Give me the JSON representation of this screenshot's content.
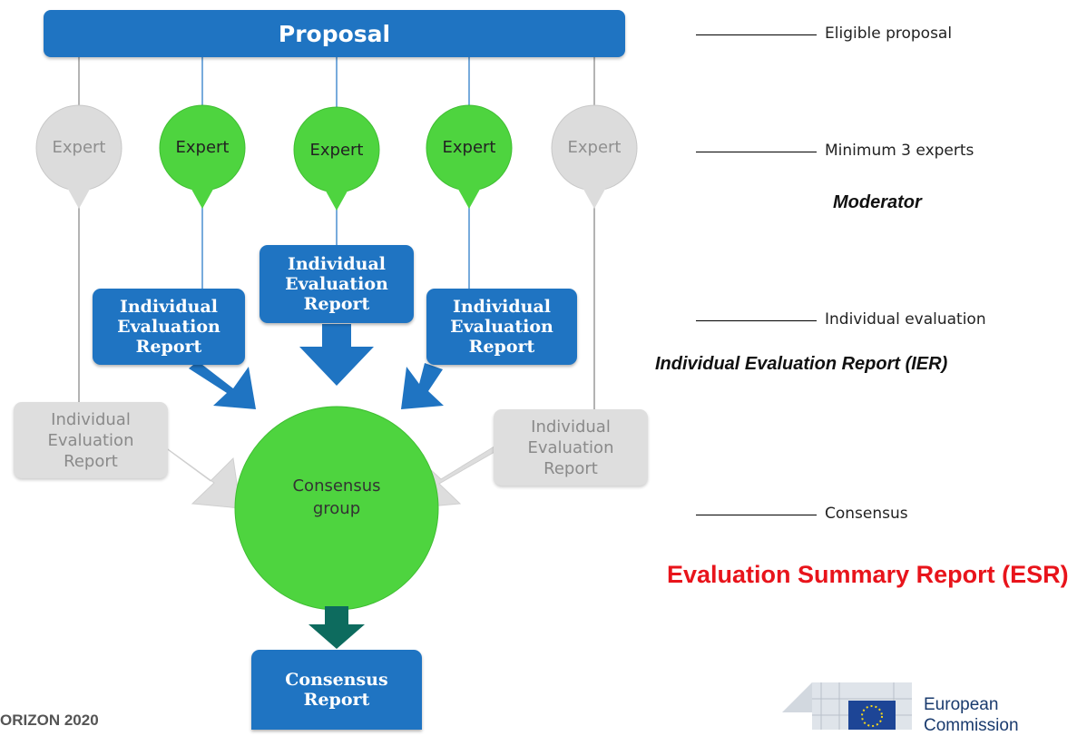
{
  "proposal": {
    "label": "Proposal"
  },
  "experts": [
    {
      "label": "Expert",
      "status": "gray"
    },
    {
      "label": "Expert",
      "status": "green"
    },
    {
      "label": "Expert",
      "status": "green"
    },
    {
      "label": "Expert",
      "status": "green"
    },
    {
      "label": "Expert",
      "status": "gray"
    }
  ],
  "ier_blue": [
    {
      "line1": "Individual",
      "line2": "Evaluation",
      "line3": "Report"
    },
    {
      "line1": "Individual",
      "line2": "Evaluation",
      "line3": "Report"
    },
    {
      "line1": "Individual",
      "line2": "Evaluation",
      "line3": "Report"
    }
  ],
  "ier_gray": [
    {
      "line1": "Individual",
      "line2": "Evaluation",
      "line3": "Report"
    },
    {
      "line1": "Individual",
      "line2": "Evaluation",
      "line3": "Report"
    }
  ],
  "consensus_group": {
    "line1": "Consensus",
    "line2": "group"
  },
  "consensus_report": {
    "line1": "Consensus",
    "line2": "Report"
  },
  "legend": {
    "eligible": "Eligible proposal",
    "min_experts": "Minimum 3 experts",
    "moderator": "Moderator",
    "individual_eval": "Individual evaluation",
    "ier": "Individual Evaluation Report (IER)",
    "consensus": "Consensus",
    "esr": "Evaluation Summary Report (ESR)"
  },
  "footer": {
    "program": "ORIZON 2020",
    "org_line1": "European",
    "org_line2": "Commission"
  },
  "colors": {
    "blue": "#1f74c2",
    "green": "#4ed43f",
    "gray_pin": "#dcdcdc",
    "dark_teal_arrow": "#0d6b5e",
    "esr_red": "#e8141b"
  }
}
